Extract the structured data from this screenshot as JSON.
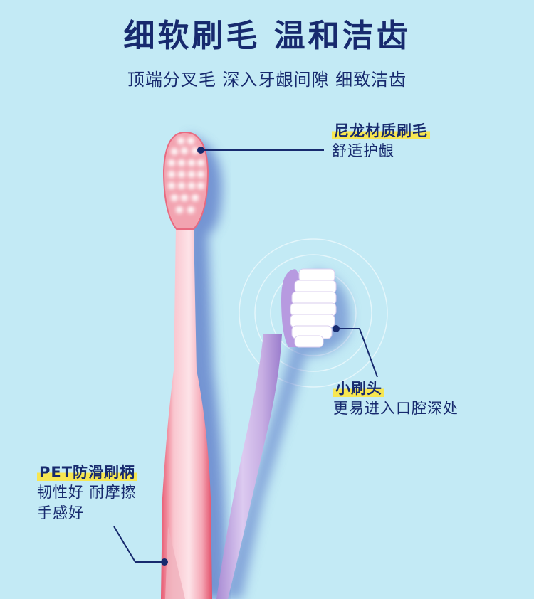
{
  "header": {
    "headline": "细软刷毛 温和洁齿",
    "subline": "顶端分叉毛 深入牙龈间隙 细致洁齿"
  },
  "colors": {
    "background": "#c3eaf5",
    "text_navy": "#172a6e",
    "highlight_yellow": "#f7e650",
    "pink_brush": "#f2a3b0",
    "purple_brush": "#c7aee3"
  },
  "callouts": [
    {
      "title": "尼龙材质刷毛",
      "desc": [
        "舒适护龈"
      ]
    },
    {
      "title": "小刷头",
      "desc": [
        "更易进入口腔深处"
      ]
    },
    {
      "title": "PET防滑刷柄",
      "desc": [
        "韧性好 耐摩擦",
        "手感好"
      ]
    }
  ],
  "illustration": {
    "items": [
      "pink-toothbrush",
      "purple-toothbrush"
    ]
  }
}
